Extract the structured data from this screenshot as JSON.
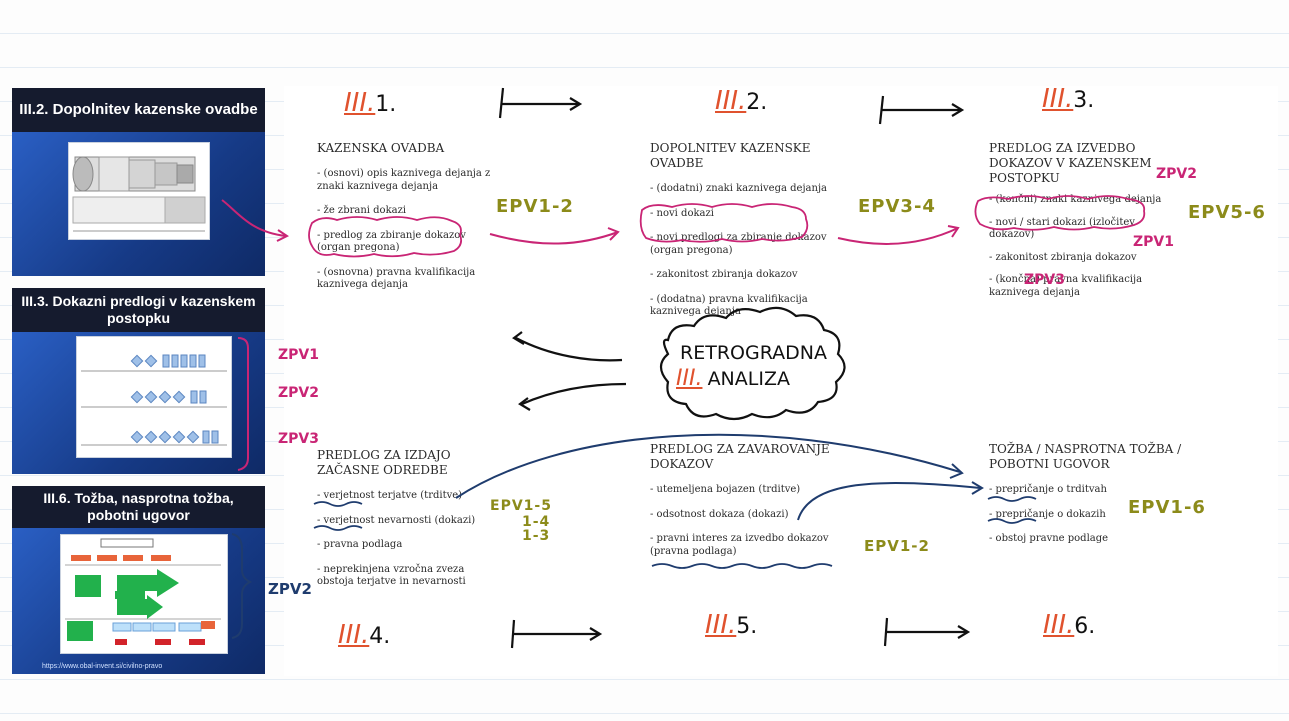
{
  "slides": [
    {
      "title": "III.2. Dopolnitev kazenske ovadbe"
    },
    {
      "title": "III.3. Dokazni predlogi v kazenskem postopku"
    },
    {
      "title": "III.6. Tožba, nasprotna tožba, pobotni ugovor",
      "url": "https://www.obal-invent.si/civilno-pravo"
    }
  ],
  "steps": [
    {
      "roman": "III.",
      "num": "1."
    },
    {
      "roman": "III.",
      "num": "2."
    },
    {
      "roman": "III.",
      "num": "3."
    },
    {
      "roman": "III.",
      "num": "4."
    },
    {
      "roman": "III.",
      "num": "5."
    },
    {
      "roman": "III.",
      "num": "6."
    }
  ],
  "col1": {
    "head": "KAZENSKA OVADBA",
    "items": [
      "- (osnovi) opis kaznivega dejanja z znaki kaznivega dejanja",
      "- že zbrani dokazi",
      "- predlog za zbiranje dokazov (organ pregona)",
      "- (osnovna) pravna kvalifikacija kaznivega dejanja"
    ]
  },
  "col2": {
    "head": "DOPOLNITEV KAZENSKE OVADBE",
    "items": [
      "- (dodatni) znaki kaznivega dejanja",
      "- novi dokazi",
      "- novi predlogi za zbiranje dokazov (organ pregona)",
      "- zakonitost zbiranja dokazov",
      "- (dodatna) pravna kvalifikacija kaznivega dejanja"
    ]
  },
  "col3": {
    "head": "PREDLOG ZA IZVEDBO DOKAZOV V KAZENSKEM POSTOPKU",
    "items": [
      "- (končni) znaki kaznivega dejanja",
      "- novi / stari dokazi (izločitev dokazov)",
      "- zakonitost zbiranja dokazov",
      "- (končna) pravna kvalifikacija kaznivega dejanja"
    ]
  },
  "col4": {
    "head": "PREDLOG ZA IZDAJO ZAČASNE ODREDBE",
    "items": [
      "- verjetnost terjatve (trditve)",
      "- verjetnost nevarnosti (dokazi)",
      "- pravna podlaga",
      "- neprekinjena vzročna zveza obstoja terjatve in nevarnosti"
    ]
  },
  "col5": {
    "head": "PREDLOG ZA ZAVAROVANJE DOKAZOV",
    "items": [
      "- utemeljena bojazen (trditve)",
      "- odsotnost dokaza (dokazi)",
      "- pravni interes za izvedbo dokazov (pravna podlaga)"
    ]
  },
  "col6": {
    "head": "TOŽBA / NASPROTNA TOŽBA / POBOTNI UGOVOR",
    "items": [
      "- prepričanje o trditvah",
      "- prepričanje o dokazih",
      "- obstoj pravne podlage"
    ]
  },
  "center": {
    "line1": "RETROGRADNA",
    "roman": "III.",
    "line2": "ANALIZA"
  },
  "annotations": {
    "epv12": "EPV1-2",
    "epv34": "EPV3-4",
    "epv56": "EPV5-6",
    "zpv2_top": "ZPV2",
    "zpv1_top": "ZPV1",
    "zpv3_top": "ZPV3",
    "zpv1_left": "ZPV1",
    "zpv2_left": "ZPV2",
    "zpv3_left": "ZPV3",
    "zpv2_bottom": "ZPV2",
    "epv15": "EPV1-5",
    "epv14": "1-4",
    "epv13": "1-3",
    "epv12b": "EPV1-2",
    "epv16": "EPV1-6"
  },
  "colors": {
    "orange": "#e0522e",
    "olive": "#8c8b1a",
    "magenta": "#c92575",
    "navy": "#1f3c6e"
  }
}
